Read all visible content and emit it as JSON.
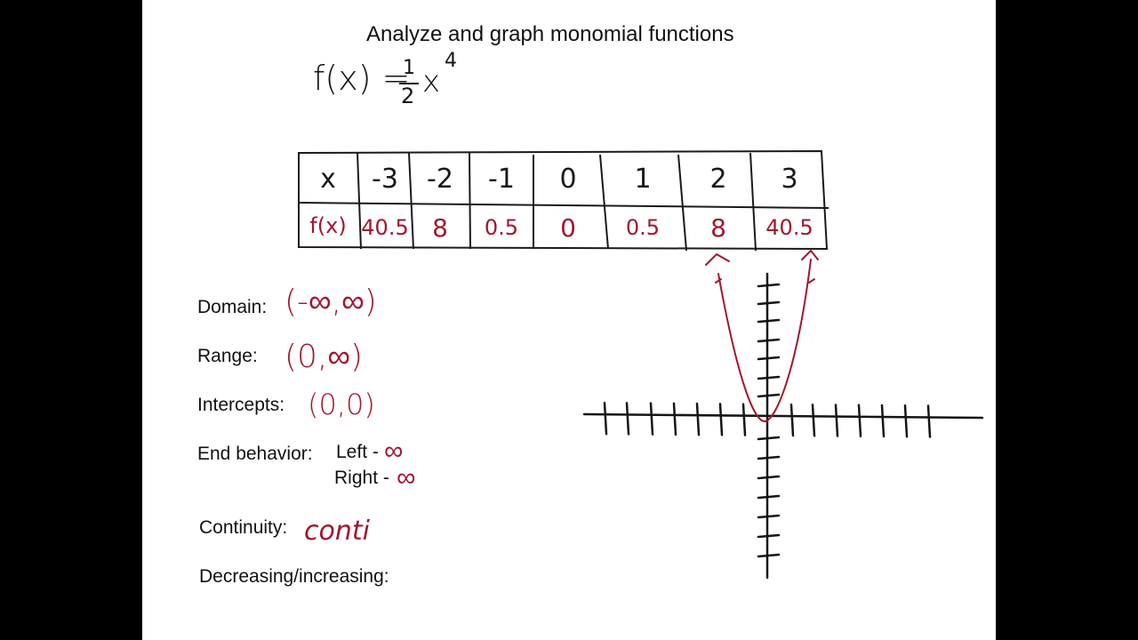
{
  "title": "Analyze and graph monomial functions",
  "function": {
    "lhs": "f(x) =",
    "numerator": "1",
    "denominator": "2",
    "var": "x",
    "exponent": "4"
  },
  "table": {
    "x_header": "x",
    "fx_header": "f(x)",
    "x_values": [
      "-3",
      "-2",
      "-1",
      "0",
      "1",
      "2",
      "3"
    ],
    "fx_values": [
      "40.5",
      "8",
      "0.5",
      "0",
      "0.5",
      "8",
      "40.5"
    ]
  },
  "properties": {
    "domain": {
      "label": "Domain:",
      "value": "(-∞,∞)"
    },
    "range": {
      "label": "Range:",
      "value": "(0,∞)"
    },
    "intercepts": {
      "label": "Intercepts:",
      "value": "(0,0)"
    },
    "end_behavior": {
      "label": "End behavior:",
      "left_label": "Left -",
      "left_value": "∞",
      "right_label": "Right -",
      "right_value": "∞"
    },
    "continuity": {
      "label": "Continuity:",
      "value": "conti"
    },
    "decreasing_increasing": {
      "label": "Decreasing/increasing:"
    }
  },
  "colors": {
    "ink": "#151515",
    "red_ink": "#a3162e",
    "background": "#ffffff",
    "frame": "#000000"
  }
}
